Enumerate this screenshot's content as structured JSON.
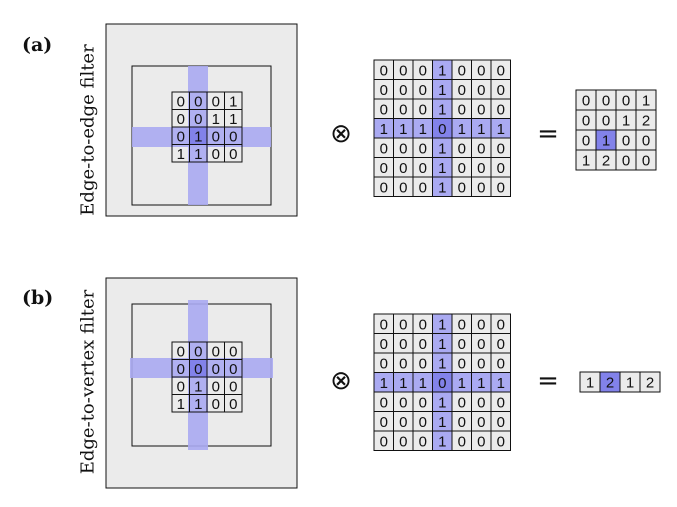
{
  "colors": {
    "highlight": "#aaaaf2",
    "highlight_dark": "#8282ea",
    "panel_fill": "#ebebeb",
    "grid_line": "#111111",
    "text": "#111111"
  },
  "operators": {
    "convolve": "⊗",
    "equals": "="
  },
  "panels": [
    {
      "label": "(a)",
      "title": "Edge-to-edge filter",
      "filter": [
        [
          0,
          0,
          0,
          1
        ],
        [
          0,
          0,
          1,
          1
        ],
        [
          0,
          1,
          0,
          0
        ],
        [
          1,
          1,
          0,
          0
        ]
      ],
      "filter_highlight_row": 2,
      "filter_highlight_col": 1,
      "kernel": [
        [
          0,
          0,
          0,
          1,
          0,
          0,
          0
        ],
        [
          0,
          0,
          0,
          1,
          0,
          0,
          0
        ],
        [
          0,
          0,
          0,
          1,
          0,
          0,
          0
        ],
        [
          1,
          1,
          1,
          0,
          1,
          1,
          1
        ],
        [
          0,
          0,
          0,
          1,
          0,
          0,
          0
        ],
        [
          0,
          0,
          0,
          1,
          0,
          0,
          0
        ],
        [
          0,
          0,
          0,
          1,
          0,
          0,
          0
        ]
      ],
      "kernel_highlight_row": 3,
      "kernel_highlight_col": 3,
      "result": [
        [
          0,
          0,
          0,
          1
        ],
        [
          0,
          0,
          1,
          2
        ],
        [
          0,
          1,
          0,
          0
        ],
        [
          1,
          2,
          0,
          0
        ]
      ],
      "result_highlight": [
        2,
        1
      ]
    },
    {
      "label": "(b)",
      "title": "Edge-to-vertex filter",
      "filter": [
        [
          0,
          0,
          0,
          0
        ],
        [
          0,
          0,
          0,
          0
        ],
        [
          0,
          1,
          0,
          0
        ],
        [
          1,
          1,
          0,
          0
        ]
      ],
      "filter_highlight_row": 1,
      "filter_highlight_col": 1,
      "kernel": [
        [
          0,
          0,
          0,
          1,
          0,
          0,
          0
        ],
        [
          0,
          0,
          0,
          1,
          0,
          0,
          0
        ],
        [
          0,
          0,
          0,
          1,
          0,
          0,
          0
        ],
        [
          1,
          1,
          1,
          0,
          1,
          1,
          1
        ],
        [
          0,
          0,
          0,
          1,
          0,
          0,
          0
        ],
        [
          0,
          0,
          0,
          1,
          0,
          0,
          0
        ],
        [
          0,
          0,
          0,
          1,
          0,
          0,
          0
        ]
      ],
      "kernel_highlight_row": 3,
      "kernel_highlight_col": 3,
      "result": [
        [
          1,
          2,
          1,
          2
        ]
      ],
      "result_highlight": [
        0,
        1
      ]
    }
  ]
}
